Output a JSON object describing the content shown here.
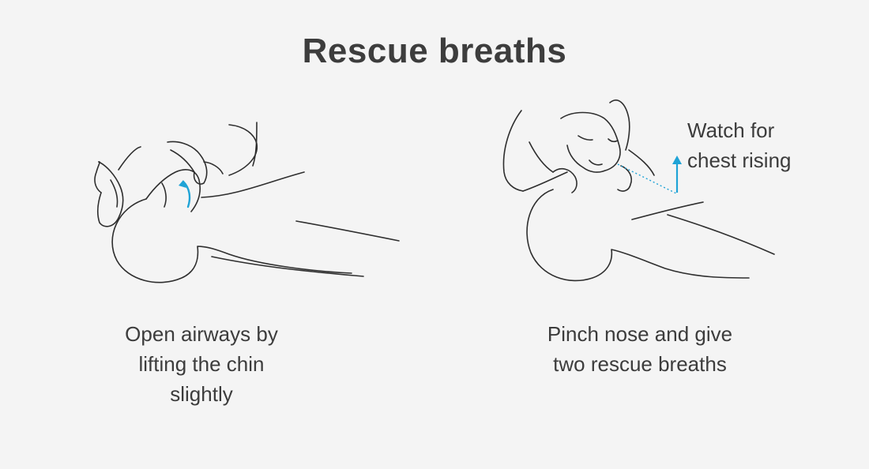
{
  "title": "Rescue breaths",
  "panels": [
    {
      "caption_lines": [
        "Open airways by",
        "lifting the chin",
        "slightly"
      ]
    },
    {
      "caption_lines": [
        "Pinch nose and give",
        "two rescue breaths"
      ],
      "note_lines": [
        "Watch for",
        "chest rising"
      ]
    }
  ],
  "colors": {
    "accent": "#1fa3d6",
    "line": "#2e2e2e",
    "background": "#f4f4f4"
  }
}
